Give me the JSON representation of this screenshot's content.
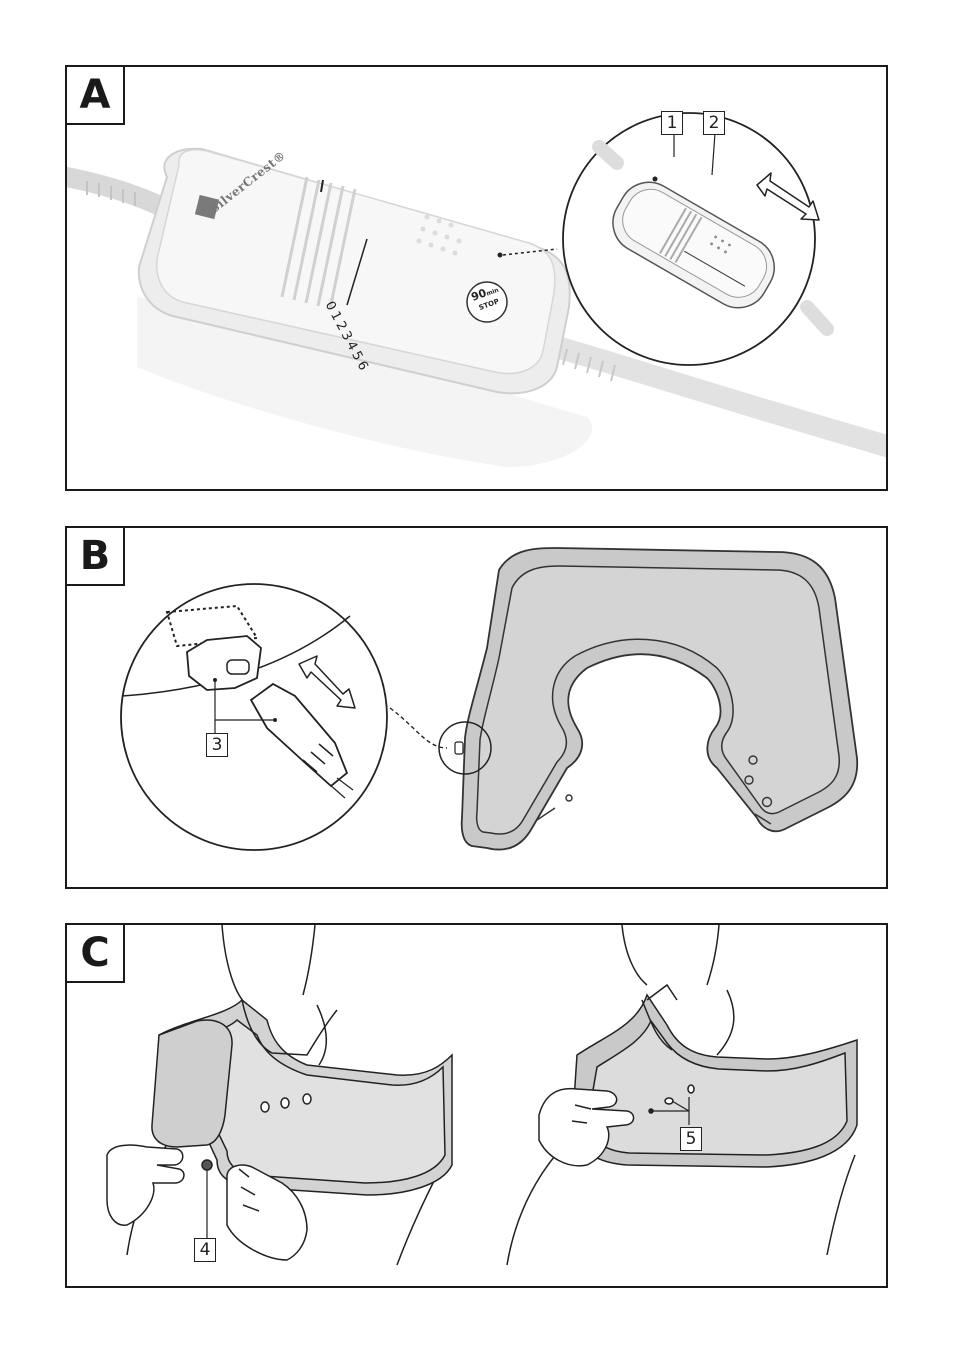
{
  "panels": {
    "a": {
      "letter": "A"
    },
    "b": {
      "letter": "B"
    },
    "c": {
      "letter": "C"
    }
  },
  "callouts": {
    "c1": "1",
    "c2": "2",
    "c3": "3",
    "c4": "4",
    "c5": "5"
  },
  "controller": {
    "brand": "SilverCrest®",
    "scale": [
      "0",
      "1",
      "2",
      "3",
      "4",
      "5",
      "6"
    ],
    "timer_value": "90",
    "timer_unit": "min",
    "timer_word": "STOP"
  }
}
